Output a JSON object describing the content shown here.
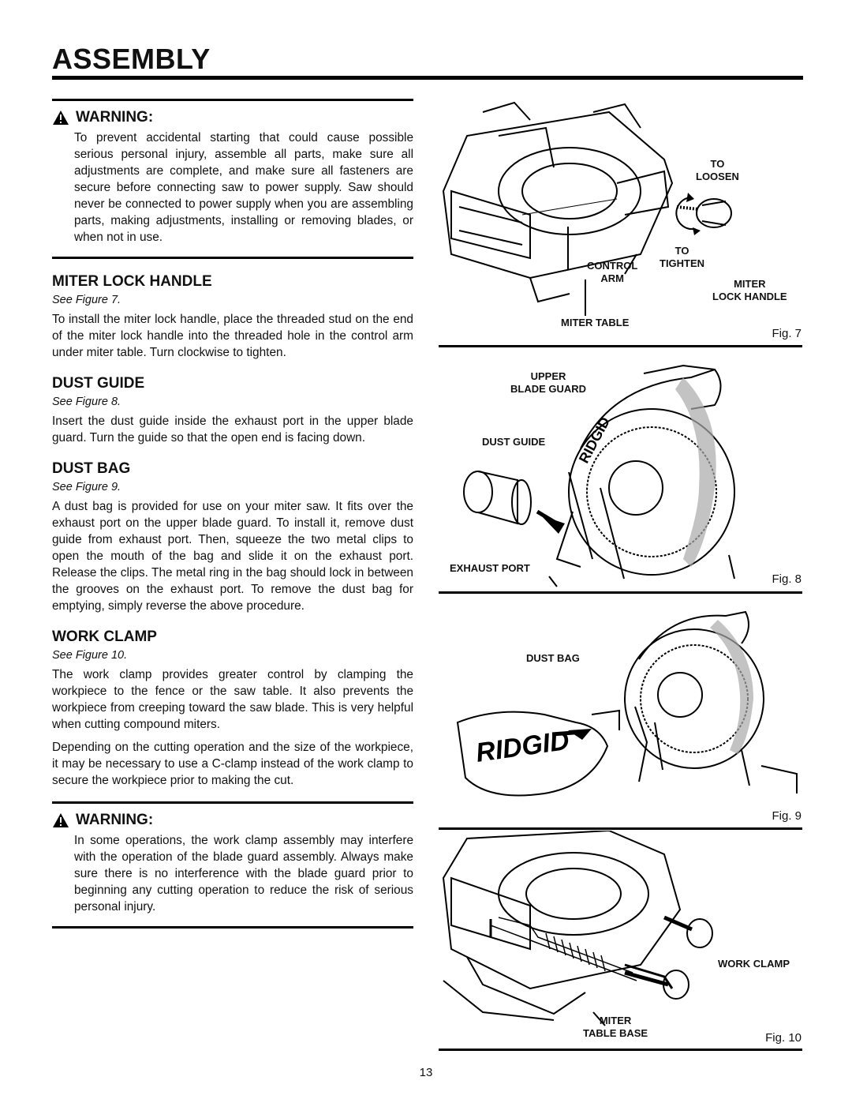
{
  "page": {
    "title": "ASSEMBLY",
    "page_number": "13"
  },
  "warning1": {
    "label": "WARNING:",
    "text": "To prevent accidental starting that could cause possible serious personal injury, assemble all parts, make sure all adjustments are complete, and make sure all fasteners are secure before connecting saw to power supply. Saw should never be connected to power supply when you are assembling parts, making adjustments, installing or removing blades, or when not in use."
  },
  "sections": {
    "miter_lock": {
      "heading": "MITER LOCK HANDLE",
      "see": "See Figure 7.",
      "text": "To install the miter lock handle, place the threaded stud on the end of the miter lock handle into the threaded hole in the control arm under miter table. Turn clockwise to tighten."
    },
    "dust_guide": {
      "heading": "DUST GUIDE",
      "see": "See Figure 8.",
      "text": "Insert the dust guide inside the exhaust port in the upper blade guard. Turn the guide so that the open end is facing down."
    },
    "dust_bag": {
      "heading": "DUST BAG",
      "see": "See Figure 9.",
      "text": "A dust bag is provided for use on your miter saw. It fits over the exhaust port on the upper blade guard. To install it, remove dust guide from exhaust port. Then, squeeze the two metal clips to open the mouth of the bag and slide it on the exhaust port. Release the clips. The metal ring in the bag should lock in between the grooves on the exhaust port. To remove the dust bag for emptying, simply reverse the above procedure."
    },
    "work_clamp": {
      "heading": "WORK CLAMP",
      "see": "See Figure 10.",
      "text1": "The work clamp provides greater control by clamping the workpiece to the fence or the saw table. It also prevents the workpiece from creeping toward the saw blade. This is very helpful when cutting compound miters.",
      "text2": "Depending on the cutting operation and the size of the workpiece, it may be necessary to use a C-clamp instead of the work clamp to secure the workpiece prior to making the cut."
    }
  },
  "warning2": {
    "label": "WARNING:",
    "text": "In some operations, the work clamp assembly may interfere with the operation of the blade guard assembly. Always make sure there is no interference with the blade guard prior to beginning any cutting operation to reduce the risk of serious personal injury."
  },
  "figures": {
    "fig7": {
      "number": "Fig. 7",
      "labels": {
        "to_loosen": "TO\nLOOSEN",
        "to_tighten": "TO\nTIGHTEN",
        "control_arm": "CONTROL\nARM",
        "miter_lock_handle": "MITER\nLOCK HANDLE",
        "miter_table": "MITER TABLE"
      }
    },
    "fig8": {
      "number": "Fig. 8",
      "labels": {
        "upper_blade_guard": "UPPER\nBLADE GUARD",
        "dust_guide": "DUST GUIDE",
        "exhaust_port": "EXHAUST PORT"
      },
      "brand": "RIDGID"
    },
    "fig9": {
      "number": "Fig. 9",
      "labels": {
        "dust_bag": "DUST BAG"
      },
      "brand": "RIDGID"
    },
    "fig10": {
      "number": "Fig. 10",
      "labels": {
        "work_clamp": "WORK CLAMP",
        "miter_table_base": "MITER\nTABLE BASE"
      }
    }
  }
}
